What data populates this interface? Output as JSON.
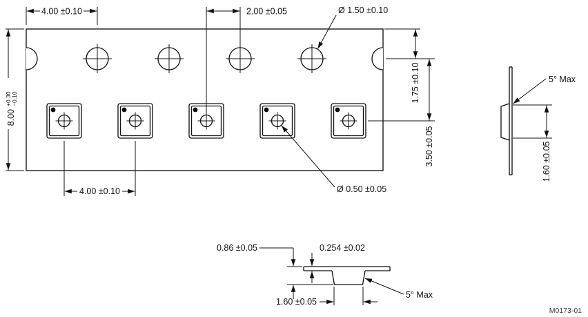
{
  "figure": {
    "note": "M0173-01"
  },
  "top_view": {
    "dim_sprocket_pitch": "4.00 ±0.10",
    "dim_hole_to_pocket": "2.00 ±0.05",
    "dim_sprocket_hole_dia": "Ø 1.50 ±0.10",
    "dim_tape_width": {
      "value": "8.00",
      "tol_plus": "+0.30",
      "tol_minus": "−0.10"
    },
    "dim_edge_to_sprocket": "1.75 ±0.10",
    "dim_sprocket_to_pocket": "3.50 ±0.05",
    "dim_pocket_pitch": "4.00 ±0.10",
    "dim_pocket_hole_dia": "Ø 0.50 ±0.05"
  },
  "side_view": {
    "dim_draft_angle": "5° Max",
    "dim_pocket_width": "1.60 ±0.05"
  },
  "section_view": {
    "dim_pocket_depth": "0.86 ±0.05",
    "dim_tape_thickness": "0.254 ±0.02",
    "dim_pocket_bottom_width": "1.60 ±0.05",
    "dim_draft_angle": "5° Max"
  }
}
